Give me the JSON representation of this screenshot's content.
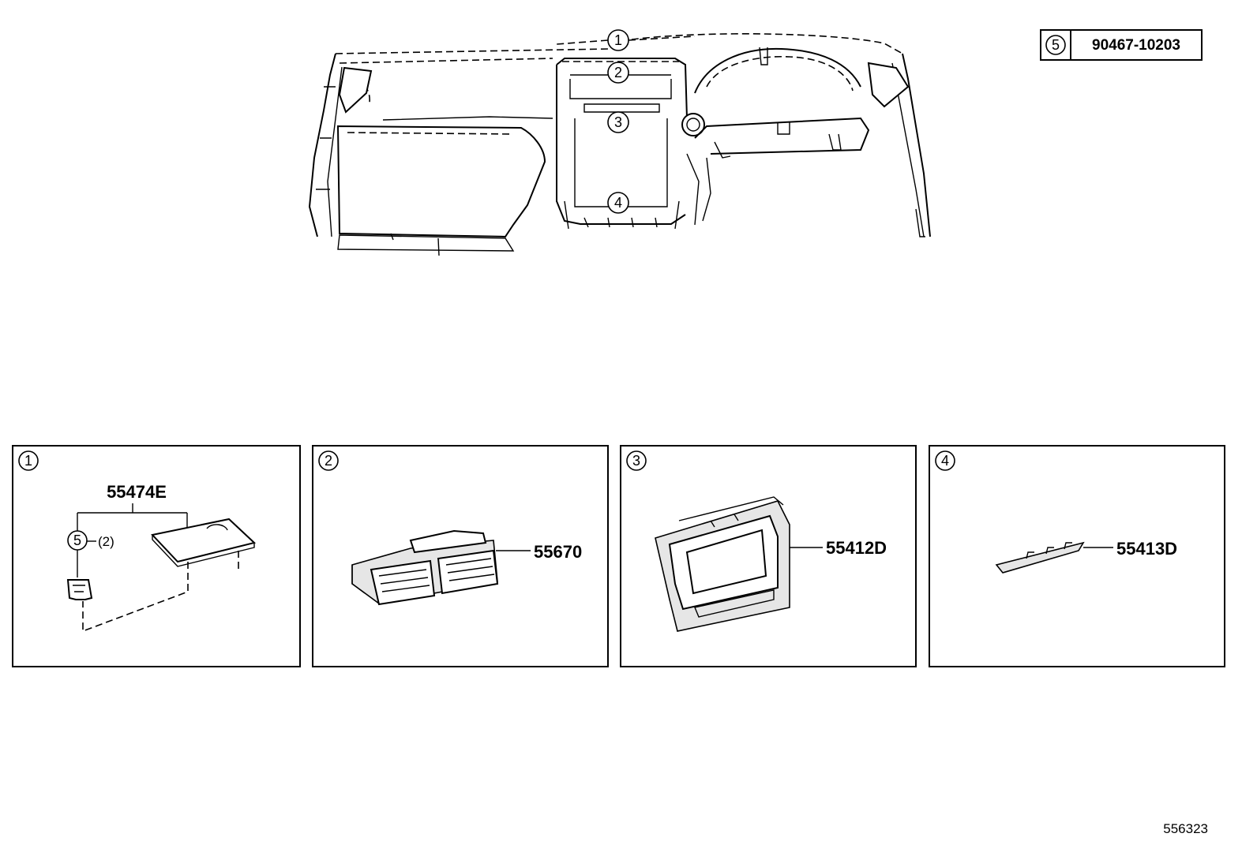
{
  "overview": {
    "callouts": [
      "1",
      "2",
      "3",
      "4"
    ]
  },
  "key_table": {
    "ref": "5",
    "part_number": "90467-10203"
  },
  "panels": [
    {
      "index": "1",
      "part_number": "55474E",
      "sub_ref": "5",
      "quantity": "(2)"
    },
    {
      "index": "2",
      "part_number": "55670"
    },
    {
      "index": "3",
      "part_number": "55412D"
    },
    {
      "index": "4",
      "part_number": "55413D"
    }
  ],
  "illustration_number": "556323"
}
